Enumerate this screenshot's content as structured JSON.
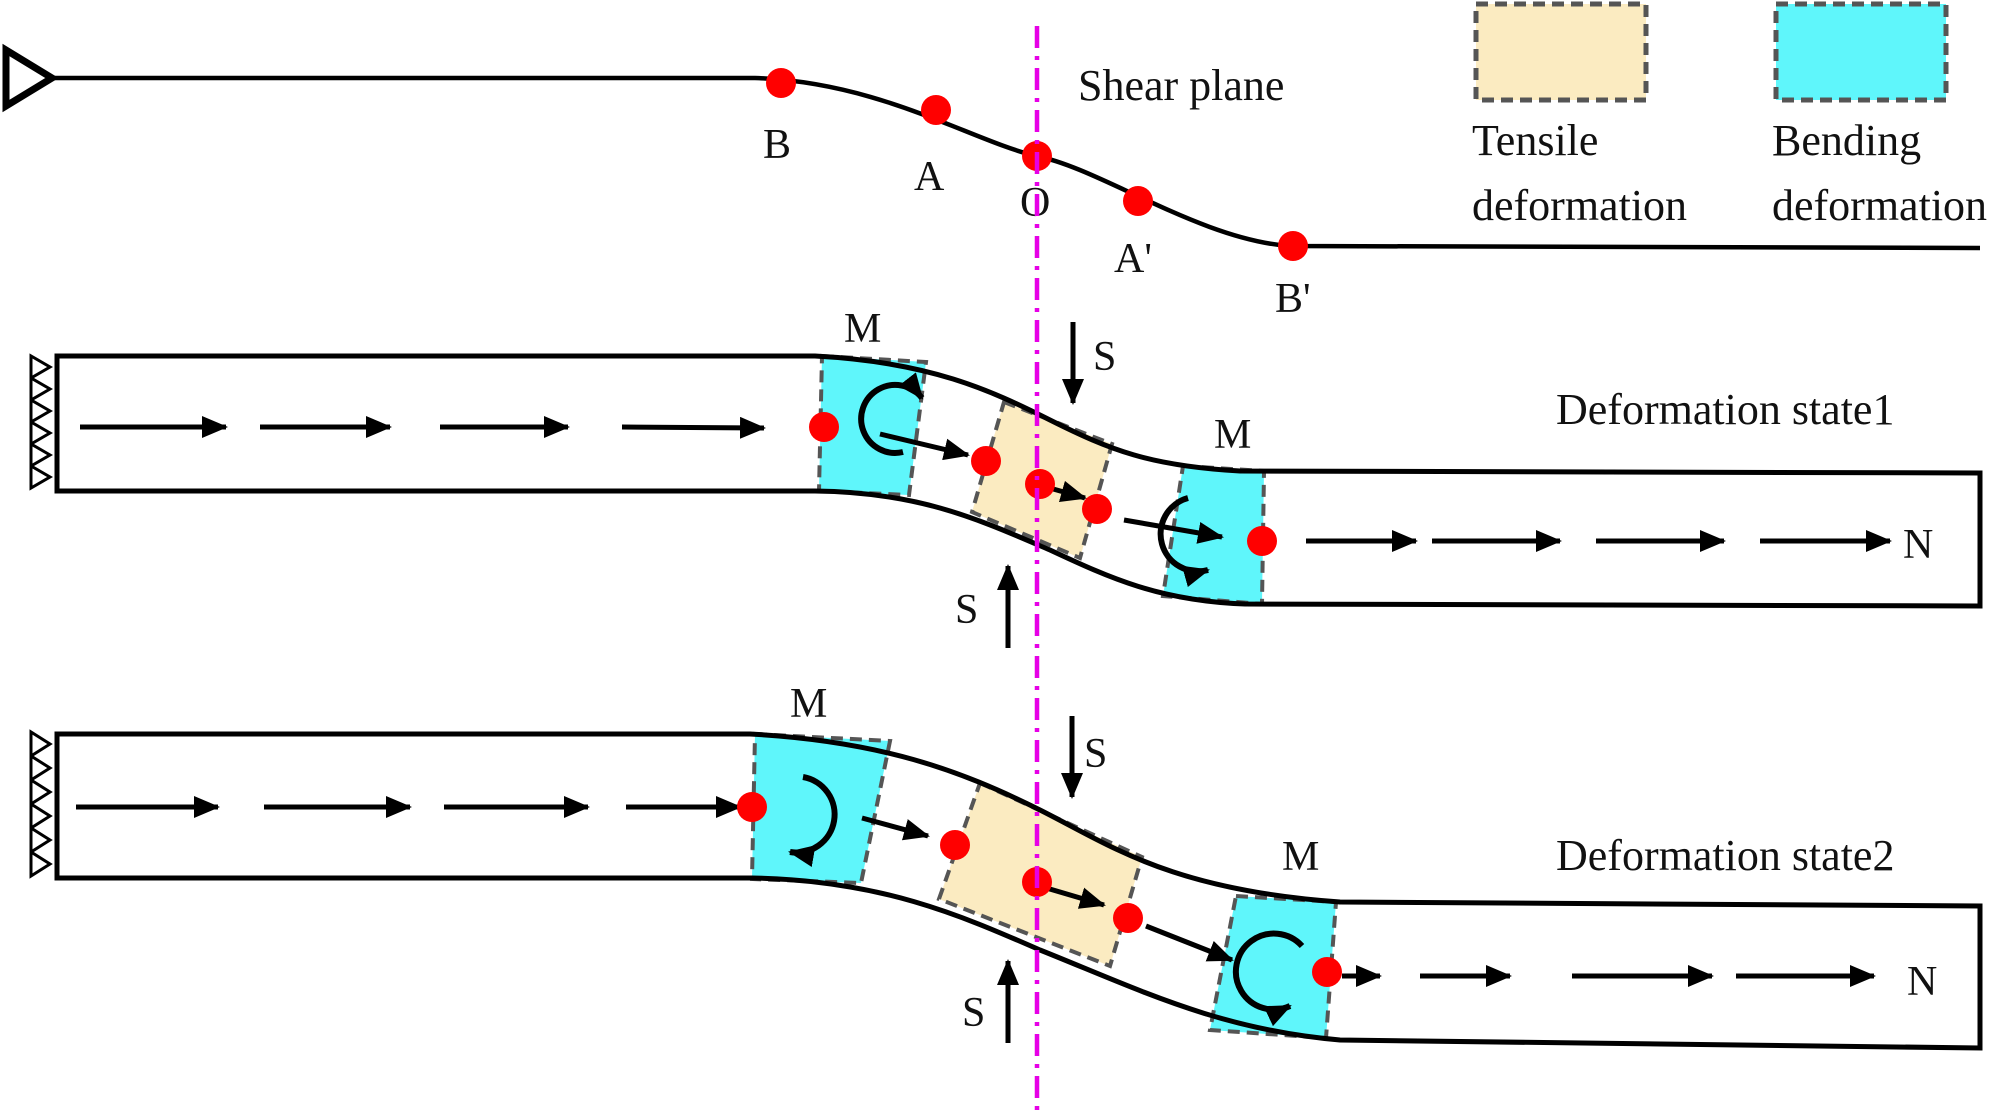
{
  "colors": {
    "point": "#ff0000",
    "shear_line": "#e600e6",
    "tensile_fill": "#fbebc1",
    "bending_fill": "#5ff6fb",
    "outline": "#000000",
    "dash": "#555555"
  },
  "top_curve": {
    "shear_plane_label": "Shear plane",
    "point_labels": {
      "B": "B",
      "A": "A",
      "O": "O",
      "A_prime": "A'",
      "B_prime": "B'"
    }
  },
  "legend": {
    "tensile": {
      "line1": "Tensile",
      "line2": "deformation"
    },
    "bending": {
      "line1": "Bending",
      "line2": "deformation"
    }
  },
  "state1": {
    "title": "Deformation state1",
    "moment_label": "M",
    "shear_label": "S",
    "axial_label": "N"
  },
  "state2": {
    "title": "Deformation state2",
    "moment_label": "M",
    "shear_label": "S",
    "axial_label": "N"
  }
}
